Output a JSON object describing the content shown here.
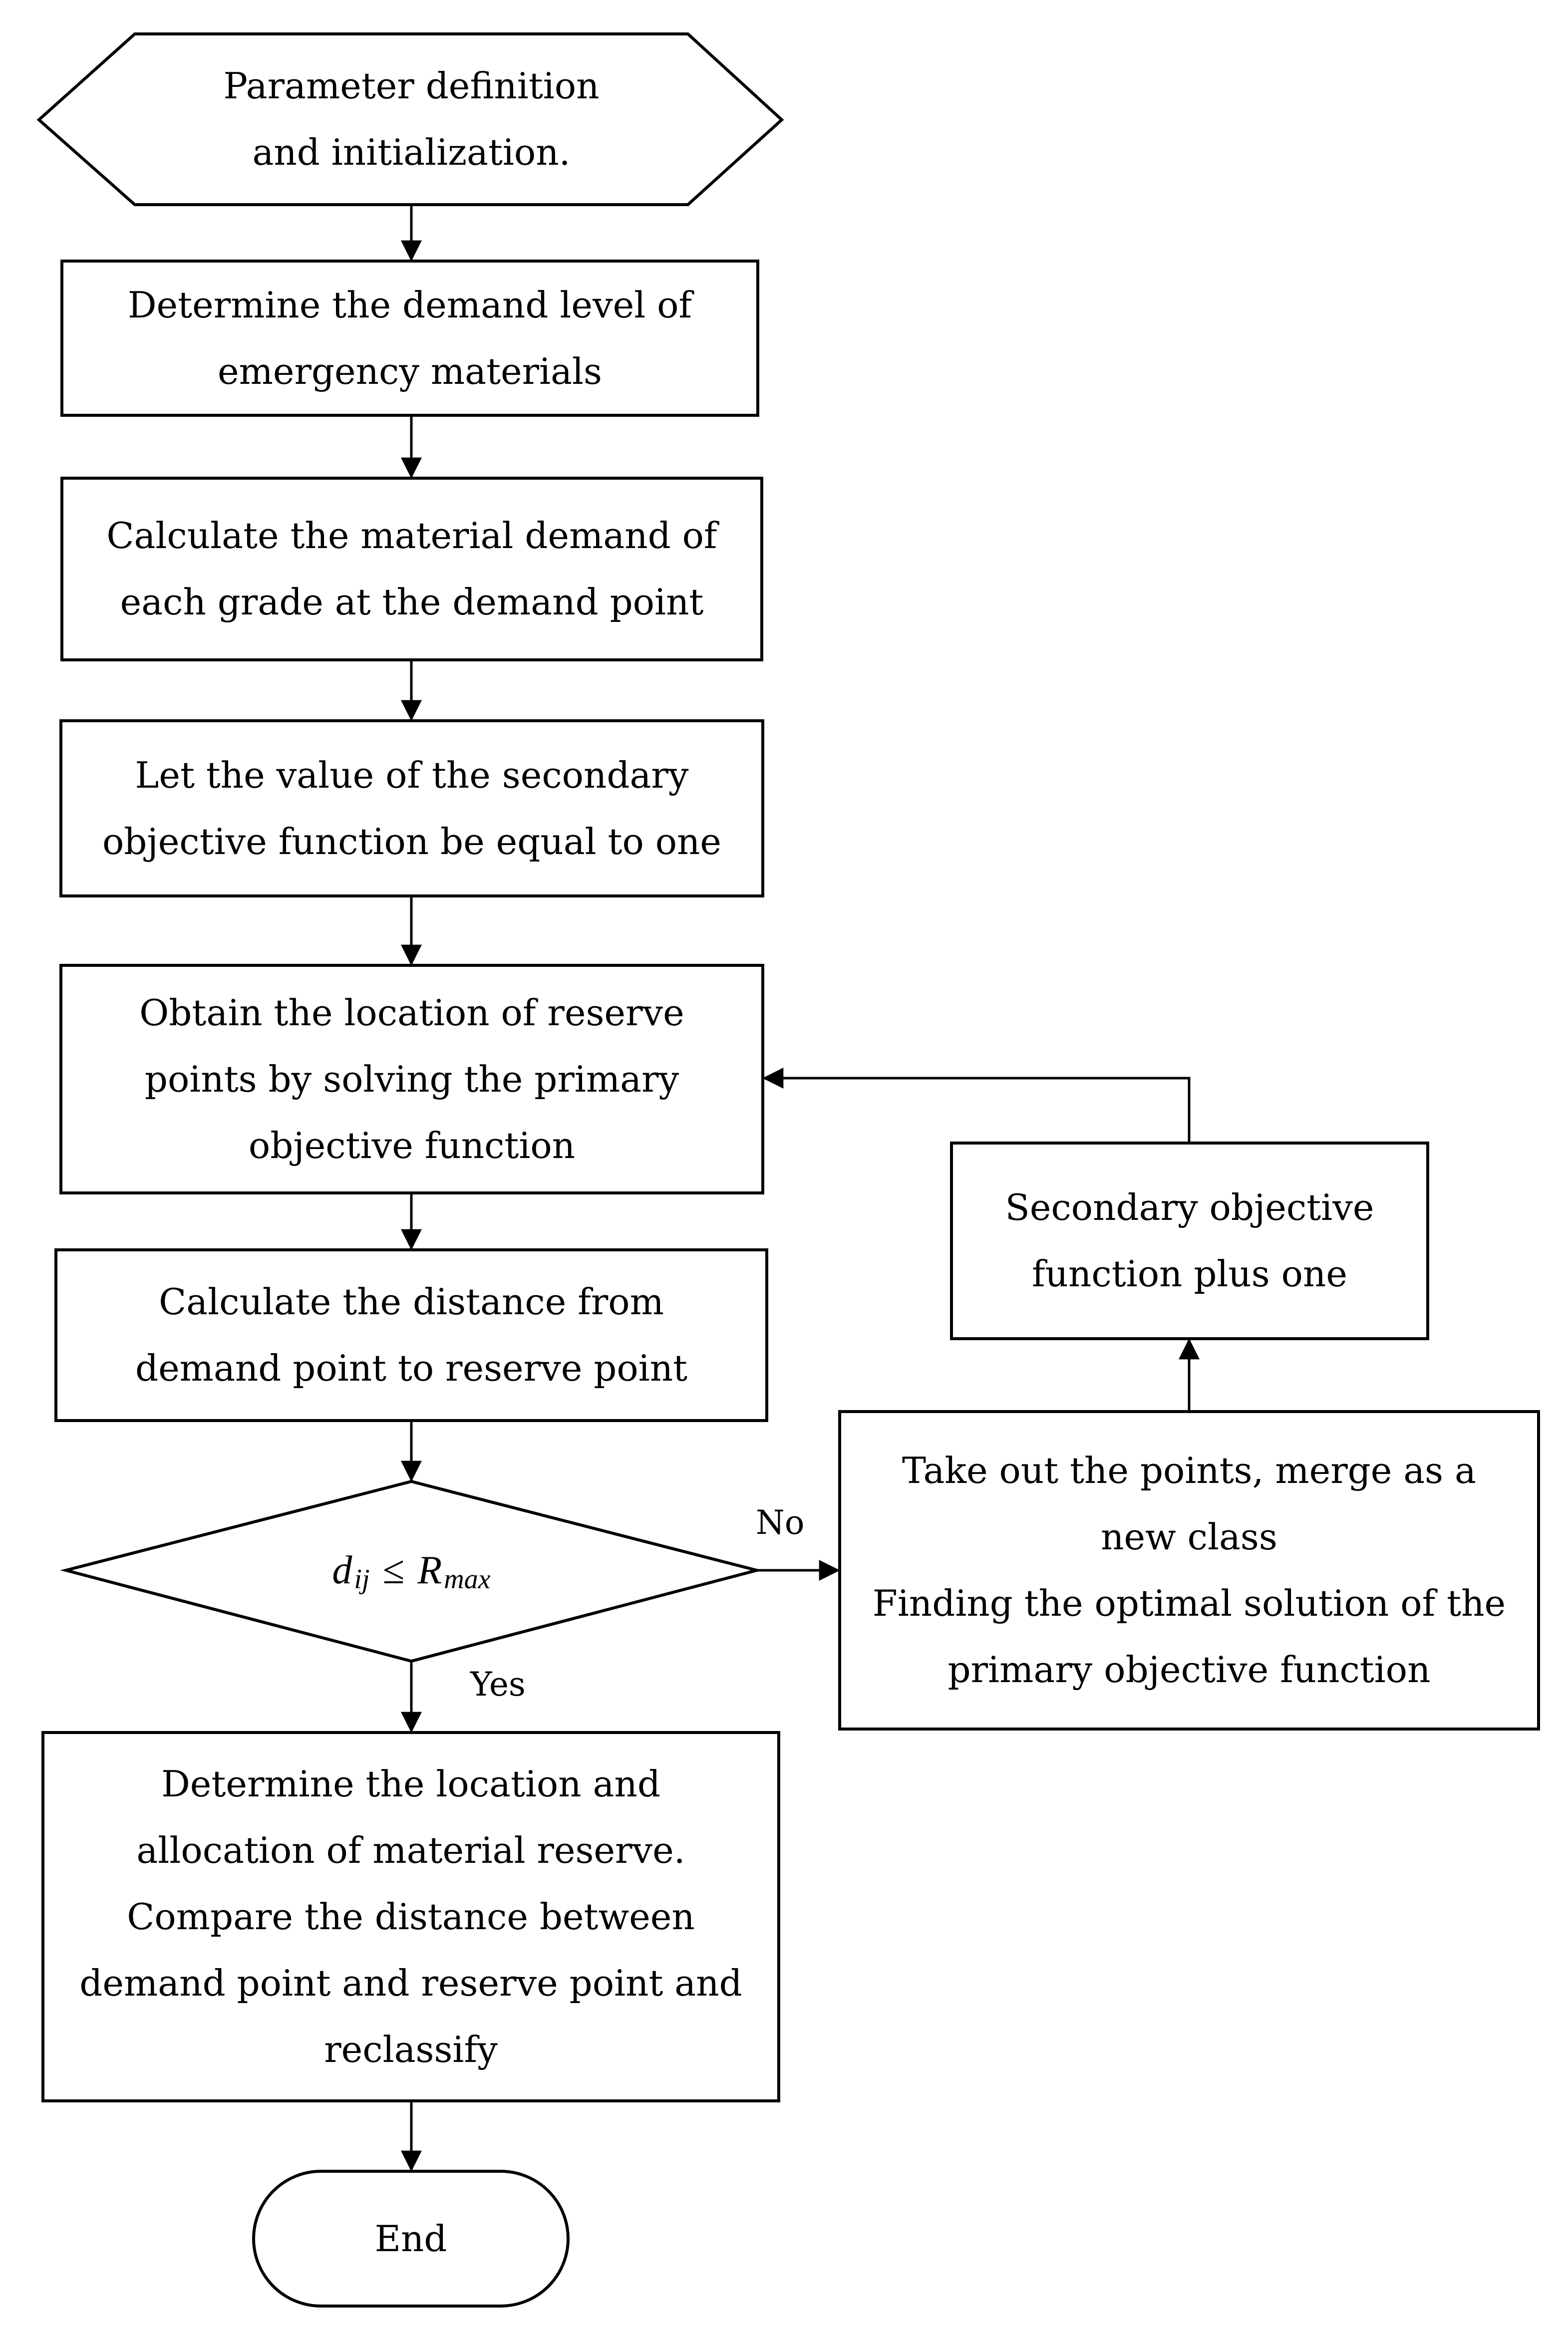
{
  "flowchart": {
    "start": {
      "lines": [
        "Parameter definition",
        "and initialization."
      ]
    },
    "step_demand_level": {
      "lines": [
        "Determine the demand level of",
        "emergency materials"
      ]
    },
    "step_material_demand": {
      "lines": [
        "Calculate the material demand of",
        "each grade at the demand point"
      ]
    },
    "step_secondary_init": {
      "lines": [
        "Let the value of the secondary",
        "objective function be equal to one"
      ]
    },
    "step_primary_solve": {
      "lines": [
        "Obtain the location of reserve",
        "points by solving the primary",
        "objective function"
      ]
    },
    "step_distance": {
      "lines": [
        "Calculate the distance from",
        "demand point to reserve point"
      ]
    },
    "decision": {
      "lhs": "d",
      "lhs_sub": "ij",
      "operator": "≤",
      "rhs": "R",
      "rhs_sub": "max"
    },
    "step_result": {
      "lines": [
        "Determine the location and",
        "allocation of material reserve.",
        "Compare the distance between",
        "demand point and reserve point and",
        "reclassify"
      ]
    },
    "end": {
      "lines": [
        "End"
      ]
    },
    "step_merge": {
      "lines": [
        "Take out the points, merge as a",
        "new class",
        "Finding the optimal solution of the",
        "primary objective function"
      ]
    },
    "step_increment": {
      "lines": [
        "Secondary objective",
        "function plus one"
      ]
    },
    "edge_labels": {
      "no": "No",
      "yes": "Yes"
    }
  }
}
